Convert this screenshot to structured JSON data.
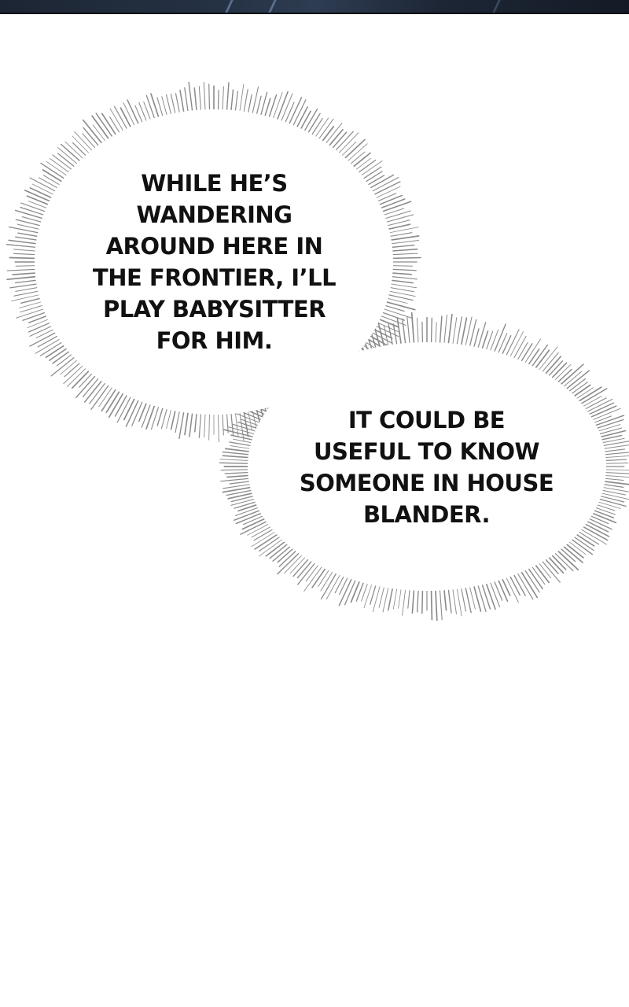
{
  "bubbles": [
    {
      "lines": [
        "WHILE HE’S",
        "WANDERING",
        "AROUND HERE IN",
        "THE FRONTIER, I’LL",
        "PLAY BABYSITTER",
        "FOR HIM."
      ]
    },
    {
      "lines": [
        "IT COULD BE",
        "USEFUL TO KNOW",
        "SOMEONE IN HOUSE",
        "BLANDER."
      ]
    }
  ],
  "colors": {
    "background": "#ffffff",
    "text": "#111111",
    "burst_lines": "#8a8a8a",
    "top_panel": "#1c2533"
  }
}
